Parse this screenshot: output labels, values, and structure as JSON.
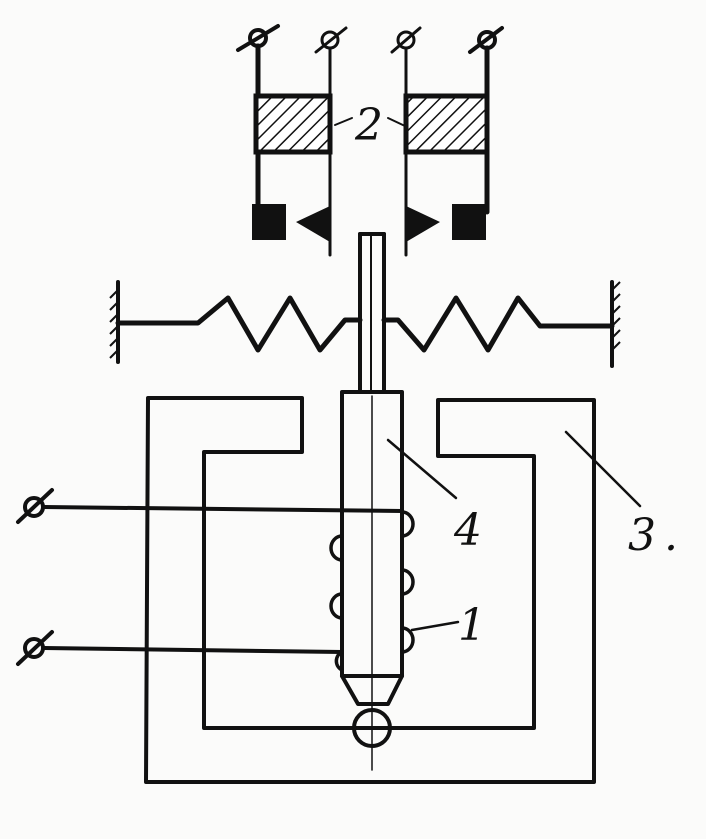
{
  "labels": {
    "coil": "1",
    "contacts": "2",
    "yoke": "3",
    "plunger": "4",
    "yoke_dot": "."
  },
  "colors": {
    "ink": "#111111",
    "paper": "#fbfbfa"
  },
  "icons": {
    "terminal": "terminal-symbol",
    "ground": "wall-anchor-hatch"
  }
}
